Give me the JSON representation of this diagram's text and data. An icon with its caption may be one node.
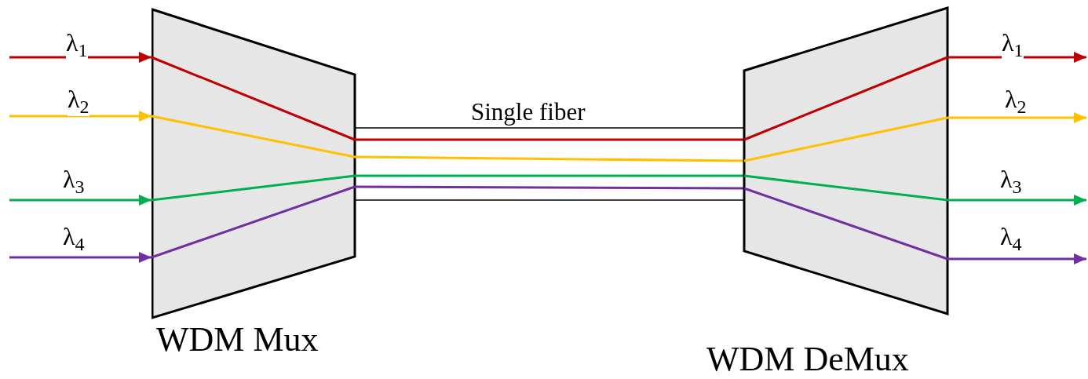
{
  "diagram": {
    "nodes": [
      {
        "text": [
          "WDM Mux"
        ]
      },
      {
        "text": [
          "Single fiber"
        ]
      },
      {
        "text": [
          "WDM DeMux"
        ]
      }
    ],
    "edges": [
      {
        "from": null,
        "to": 0,
        "arrow": "to",
        "label": "λ$_{1}$",
        "color": "#c00000"
      },
      {
        "from": null,
        "to": 0,
        "arrow": "to",
        "label": "λ$_{2}$",
        "color": "#ffc000"
      },
      {
        "from": null,
        "to": 0,
        "arrow": "to",
        "label": "λ$_{3}$",
        "color": "#00b050"
      },
      {
        "from": null,
        "to": 0,
        "arrow": "to",
        "label": "λ$_{4}$",
        "color": "#7030a0"
      },
      {
        "from": 0,
        "to": 1,
        "arrow": "none",
        "color": "#c00000"
      },
      {
        "from": 0,
        "to": 1,
        "arrow": "none",
        "color": "#ffc000"
      },
      {
        "from": 0,
        "to": 1,
        "arrow": "none",
        "color": "#00b050"
      },
      {
        "from": 0,
        "to": 1,
        "arrow": "none",
        "color": "#7030a0"
      },
      {
        "from": 1,
        "to": 2,
        "arrow": "none",
        "color": "#c00000"
      },
      {
        "from": 1,
        "to": 2,
        "arrow": "none",
        "color": "#ffc000"
      },
      {
        "from": 1,
        "to": 2,
        "arrow": "none",
        "color": "#00b050"
      },
      {
        "from": 1,
        "to": 2,
        "arrow": "none",
        "color": "#7030a0"
      },
      {
        "from": 2,
        "to": null,
        "arrow": "to",
        "label": "λ$_{1}$",
        "color": "#c00000"
      },
      {
        "from": 2,
        "to": null,
        "arrow": "to",
        "label": "λ$_{2}$",
        "color": "#ffc000"
      },
      {
        "from": 2,
        "to": null,
        "arrow": "to",
        "label": "λ$_{3}$",
        "color": "#00b050"
      },
      {
        "from": 2,
        "to": null,
        "arrow": "to",
        "label": "λ$_{4}$",
        "color": "#7030a0"
      }
    ]
  }
}
